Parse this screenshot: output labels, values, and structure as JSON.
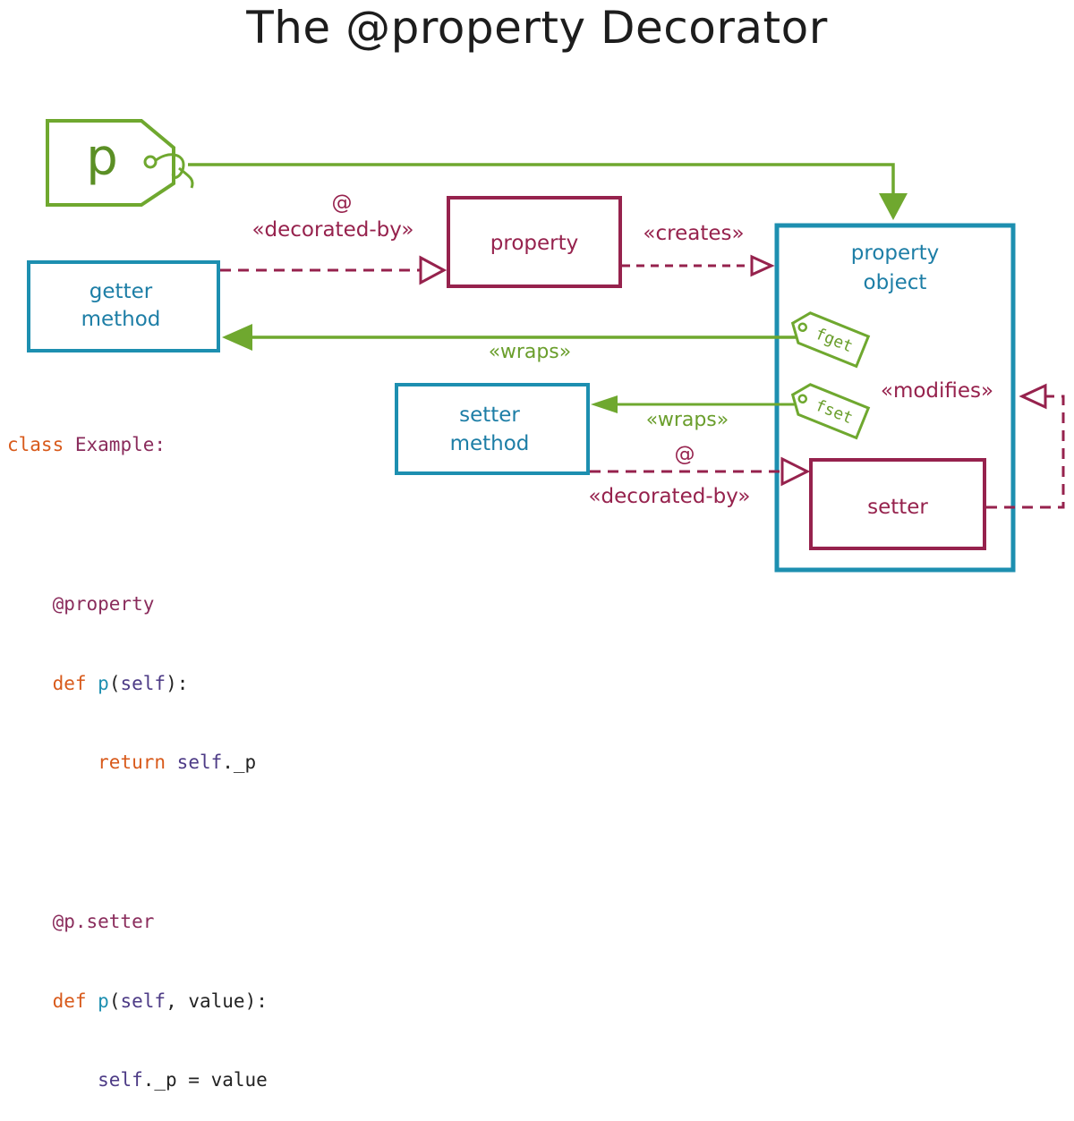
{
  "title": "The @property Decorator",
  "tag_p": "p",
  "nodes": {
    "getter": [
      "getter",
      "method"
    ],
    "property": "property",
    "property_object": [
      "property",
      "object"
    ],
    "setter_method": [
      "setter",
      "method"
    ],
    "setter": "setter"
  },
  "tags": {
    "fget": "fget",
    "fset": "fset"
  },
  "edge_labels": {
    "at_1": "@",
    "decorated_by_1": "«decorated-by»",
    "creates": "«creates»",
    "wraps_1": "«wraps»",
    "wraps_2": "«wraps»",
    "modifies": "«modifies»",
    "at_2": "@",
    "decorated_by_2": "«decorated-by»"
  },
  "code": {
    "line1": [
      "class",
      "Example:"
    ],
    "line3": "@property",
    "line4": [
      "def",
      "p",
      "(",
      "self",
      "):"
    ],
    "line5": [
      "return",
      "self",
      "._p"
    ],
    "line7": "@p.setter",
    "line8": [
      "def",
      "p",
      "(",
      "self",
      ", value):"
    ],
    "line9": [
      "self",
      "._p = value"
    ]
  },
  "colors": {
    "blue": "#1d8fb0",
    "red": "#96224d",
    "green": "#6fa82f"
  }
}
